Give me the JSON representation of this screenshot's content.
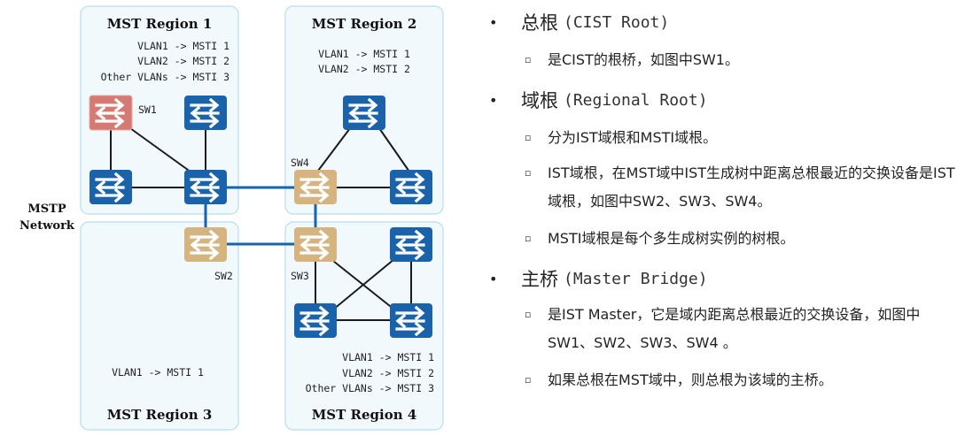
{
  "diagram": {
    "network_label_line1": "MSTP",
    "network_label_line2": "Network",
    "colors": {
      "region_fill": "#f2f9fd",
      "region_border": "#b5def2",
      "switch_blue": "#1a63ab",
      "switch_tan": "#d6b47f",
      "switch_red": "#d47a72",
      "inter_region_link": "#1565ac",
      "intra_region_link": "#1a1a1a"
    },
    "regions": [
      {
        "title": "MST Region 1",
        "mappings": [
          "VLAN1 -> MSTI 1",
          "VLAN2 -> MSTI 2",
          "Other VLANs -> MSTI 3"
        ]
      },
      {
        "title": "MST Region 2",
        "mappings": [
          "VLAN1 -> MSTI 1",
          "VLAN2 -> MSTI 2"
        ]
      },
      {
        "title": "MST Region 3",
        "mappings": [
          "VLAN1 -> MSTI 1"
        ]
      },
      {
        "title": "MST Region 4",
        "mappings": [
          "VLAN1 -> MSTI 1",
          "VLAN2 -> MSTI 2",
          "Other VLANs -> MSTI 3"
        ]
      }
    ],
    "switch_labels": {
      "sw1": "SW1",
      "sw2": "SW2",
      "sw3": "SW3",
      "sw4": "SW4"
    },
    "switches": [
      {
        "id": "sw1",
        "role": "cist-root",
        "color": "red",
        "region": 1
      },
      {
        "id": "r1-top-right",
        "role": "switch",
        "color": "blue",
        "region": 1
      },
      {
        "id": "r1-bottom-left",
        "role": "switch",
        "color": "blue",
        "region": 1
      },
      {
        "id": "r1-hub",
        "role": "switch",
        "color": "blue",
        "region": 1
      },
      {
        "id": "r2-top",
        "role": "switch",
        "color": "blue",
        "region": 2
      },
      {
        "id": "sw4",
        "role": "regional-root",
        "color": "tan",
        "region": 2
      },
      {
        "id": "r2-right",
        "role": "switch",
        "color": "blue",
        "region": 2
      },
      {
        "id": "sw2",
        "role": "regional-root",
        "color": "tan",
        "region": 3
      },
      {
        "id": "sw3",
        "role": "regional-root",
        "color": "tan",
        "region": 4
      },
      {
        "id": "r4-top-right",
        "role": "switch",
        "color": "blue",
        "region": 4
      },
      {
        "id": "r4-bottom-left",
        "role": "switch",
        "color": "blue",
        "region": 4
      },
      {
        "id": "r4-bottom-right",
        "role": "switch",
        "color": "blue",
        "region": 4
      }
    ]
  },
  "notes": [
    {
      "title_cn": "总根",
      "title_en": "(CIST Root)",
      "items": [
        "是CIST的根桥，如图中SW1。"
      ]
    },
    {
      "title_cn": "域根",
      "title_en": "(Regional Root)",
      "items": [
        "分为IST域根和MSTI域根。",
        "IST域根，在MST域中IST生成树中距离总根最近的交换设备是IST域根，如图中SW2、SW3、SW4。",
        "MSTI域根是每个多生成树实例的树根。"
      ]
    },
    {
      "title_cn": "主桥",
      "title_en": "(Master Bridge)",
      "items": [
        "是IST Master，它是域内距离总根最近的交换设备，如图中SW1、SW2、SW3、SW4 。",
        "如果总根在MST域中，则总根为该域的主桥。"
      ]
    }
  ]
}
